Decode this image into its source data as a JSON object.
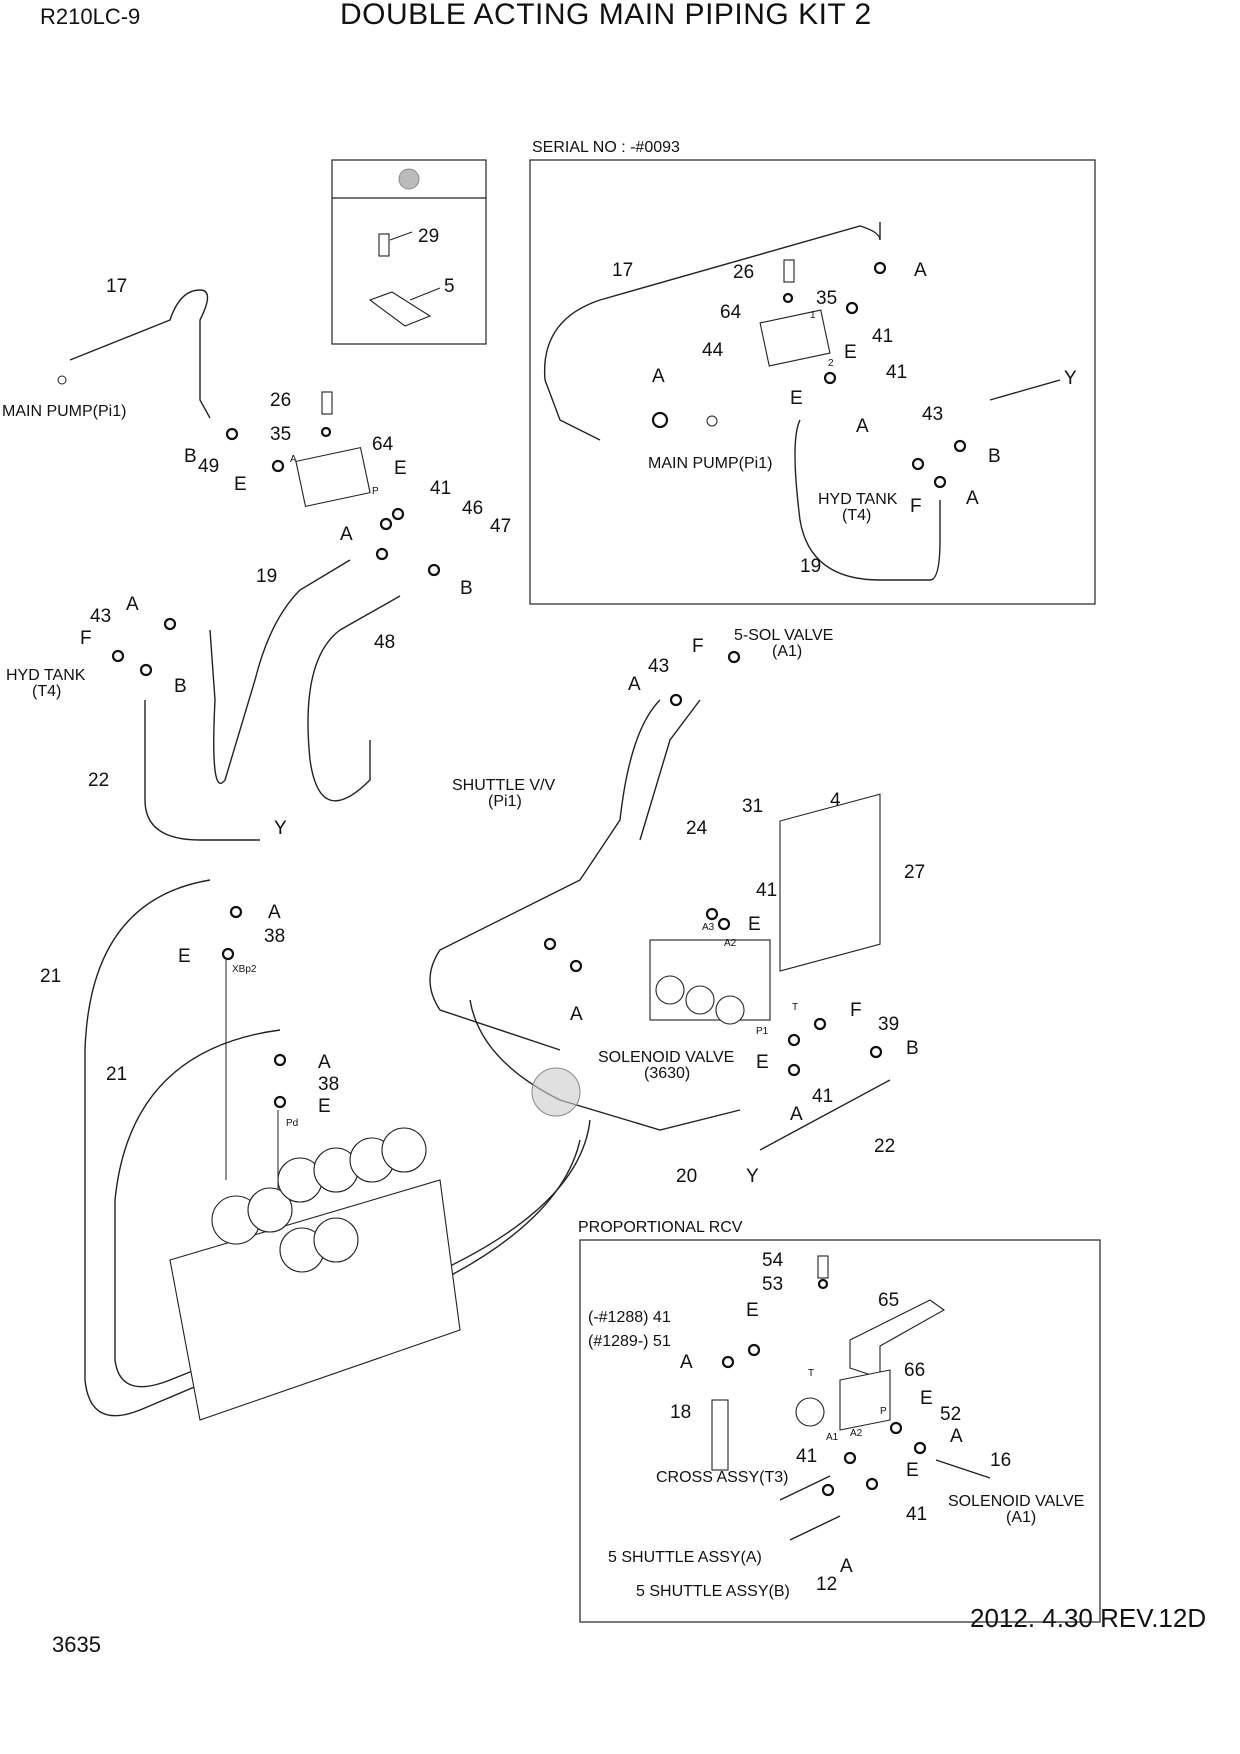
{
  "header": {
    "model": "R210LC-9",
    "title": "DOUBLE ACTING MAIN PIPING KIT 2"
  },
  "footer": {
    "page_number": "3635",
    "revision": "2012. 4.30  REV.12D"
  },
  "inset_serial": {
    "caption": "SERIAL NO : -#0093"
  },
  "inset_rcv": {
    "caption": "PROPORTIONAL RCV"
  },
  "labels": {
    "main_pump_left": "MAIN PUMP(Pi1)",
    "main_pump_inset": "MAIN PUMP(Pi1)",
    "hyd_tank_left": "HYD TANK",
    "hyd_tank_left_port": "(T4)",
    "hyd_tank_inset": "HYD TANK",
    "hyd_tank_inset_port": "(T4)",
    "shuttle_vv": "SHUTTLE V/V",
    "shuttle_vv_port": "(Pi1)",
    "sol_valve_5": "5-SOL VALVE",
    "sol_valve_5_port": "(A1)",
    "solenoid_valve": "SOLENOID VALVE",
    "solenoid_valve_no": "(3630)",
    "solenoid_valve_rcv": "SOLENOID VALVE",
    "solenoid_valve_rcv_port": "(A1)",
    "cross_assy": "CROSS ASSY(T3)",
    "shuttle_assy_a": "5 SHUTTLE ASSY(A)",
    "shuttle_assy_b": "5 SHUTTLE ASSY(B)",
    "serial_41a": "(-#1288) 41",
    "serial_51": "(#1289-) 51"
  },
  "ports": {
    "xbp2": "XBp2",
    "pd": "Pd",
    "a3": "A3",
    "a2": "A2",
    "p1": "P1",
    "t": "T",
    "a": "A",
    "p": "P",
    "one": "1",
    "two": "2",
    "t_rcv": "T",
    "p_rcv": "P",
    "a1_rcv": "A1",
    "a2_rcv": "A2"
  },
  "callouts": {
    "n17": "17",
    "n26": "26",
    "n35": "35",
    "n64": "64",
    "n49": "49",
    "nB1": "B",
    "nE1": "E",
    "nE2": "E",
    "n41a": "41",
    "n46": "46",
    "n47": "47",
    "nA1": "A",
    "n19": "19",
    "nB2": "B",
    "n48": "48",
    "n43": "43",
    "nA2": "A",
    "nF1": "F",
    "nB3": "B",
    "n22a": "22",
    "nY1": "Y",
    "n29": "29",
    "n5": "5",
    "i17": "17",
    "i26": "26",
    "i35": "35",
    "i64": "64",
    "iA1": "A",
    "i41a": "41",
    "iE1": "E",
    "i44": "44",
    "iA2": "A",
    "iE2": "E",
    "i41b": "41",
    "iA3": "A",
    "iY": "Y",
    "i43": "43",
    "iB": "B",
    "iF": "F",
    "iA4": "A",
    "i19": "19",
    "nF2": "F",
    "n43b": "43",
    "nA3": "A",
    "n4": "4",
    "n31": "31",
    "n24": "24",
    "n41b": "41",
    "nE3": "E",
    "n27": "27",
    "nA4": "A",
    "nF3": "F",
    "n39": "39",
    "nB4": "B",
    "nE4": "E",
    "nA5": "A",
    "n41c": "41",
    "n22b": "22",
    "n20": "20",
    "nY2": "Y",
    "nA6": "A",
    "n38a": "38",
    "nE5": "E",
    "n21a": "21",
    "n21b": "21",
    "nA7": "A",
    "n38b": "38",
    "nE6": "E",
    "r54": "54",
    "r53": "53",
    "r65": "65",
    "rE1": "E",
    "rA1": "A",
    "r66": "66",
    "r18": "18",
    "rE2": "E",
    "r52": "52",
    "rA2": "A",
    "r16": "16",
    "r41a": "41",
    "rE3": "E",
    "r41b": "41",
    "r12": "12",
    "rA3": "A"
  },
  "icons": {
    "sheet_marker": "grey-circle-marker",
    "detail_marker": "grey-circle-highlight"
  }
}
